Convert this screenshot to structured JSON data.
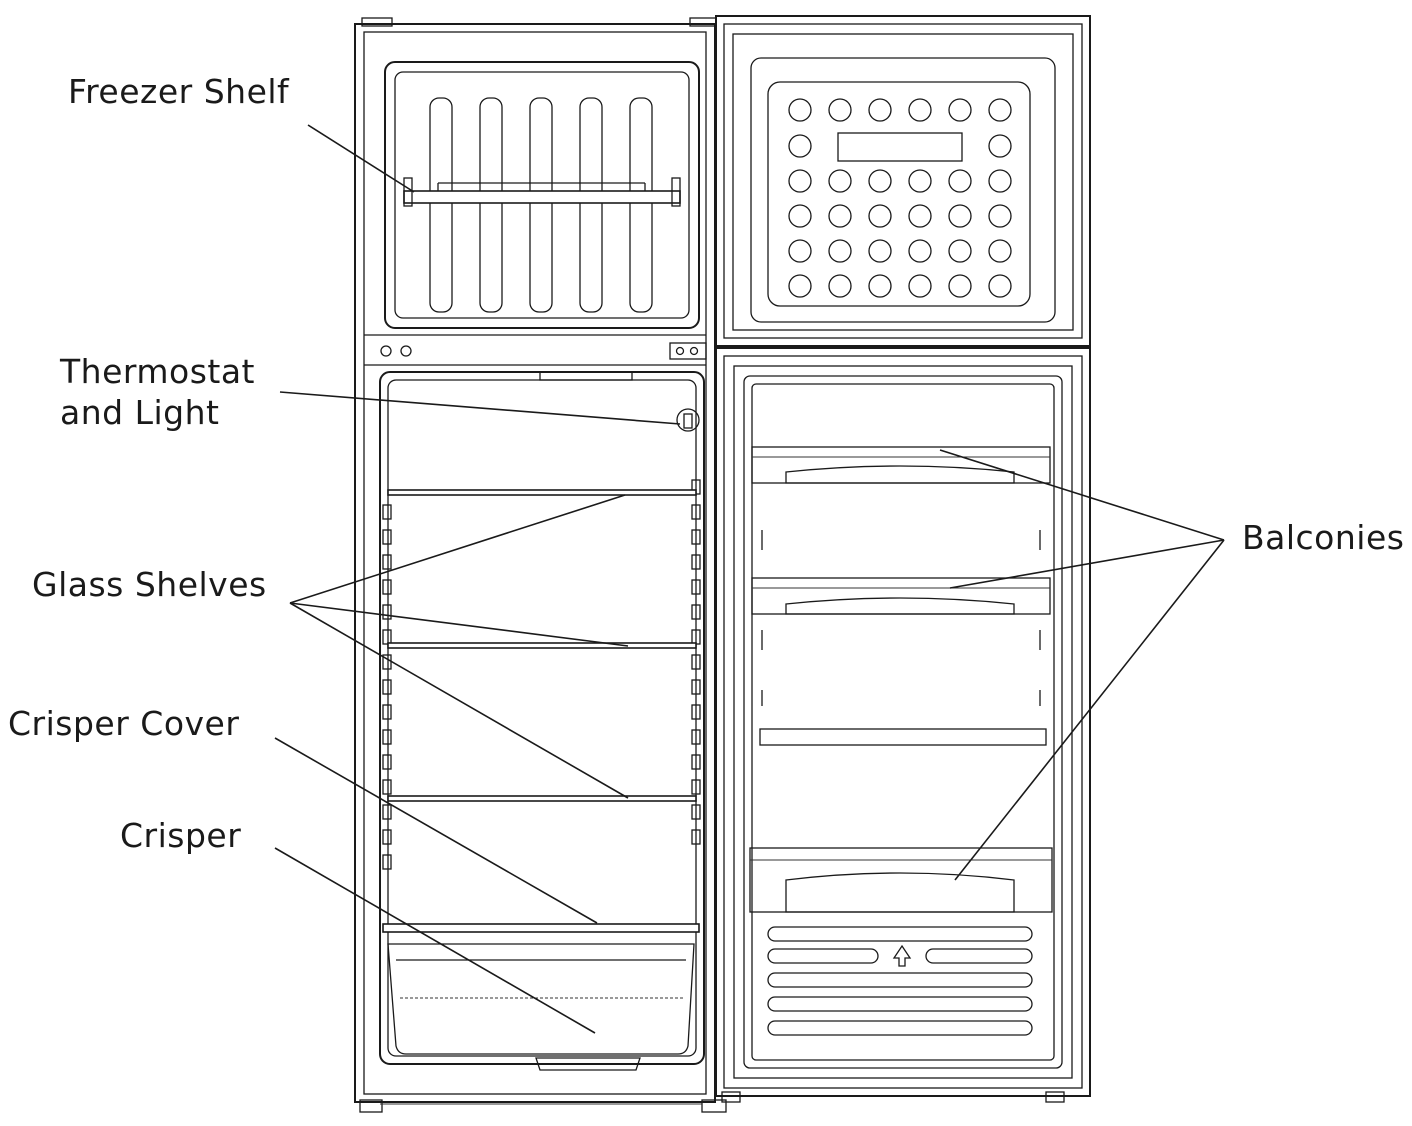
{
  "labels": {
    "freezer_shelf": "Freezer Shelf",
    "thermostat_line1": "Thermostat",
    "thermostat_line2": "and Light",
    "glass_shelves": "Glass Shelves",
    "crisper_cover": "Crisper Cover",
    "crisper": "Crisper",
    "balconies": "Balconies"
  }
}
